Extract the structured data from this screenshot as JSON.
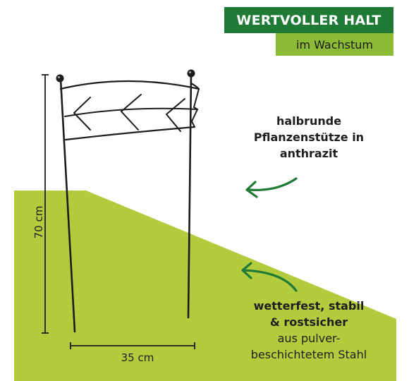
{
  "banner": {
    "title": "WERTVOLLER HALT",
    "subtitle": "im Wachstum"
  },
  "callouts": {
    "top": [
      "halbrunde",
      "Pflanzenstütze in",
      "anthrazit"
    ],
    "bottom_bold": [
      "wetterfest, stabil",
      "& rostsicher"
    ],
    "bottom_regular": [
      "aus pulver-",
      "beschichtetem Stahl"
    ]
  },
  "dimensions": {
    "height": "70 cm",
    "width": "35 cm"
  },
  "colors": {
    "banner_green": "#1f7a35",
    "light_green": "#8cbc35",
    "background_green": "#b3cc3d",
    "arrow_green": "#1f7a35",
    "metal": "#1c1c1c"
  },
  "icons": {
    "top_arrow": "curved-arrow-left-icon",
    "bottom_arrow": "curved-arrow-left-icon"
  }
}
